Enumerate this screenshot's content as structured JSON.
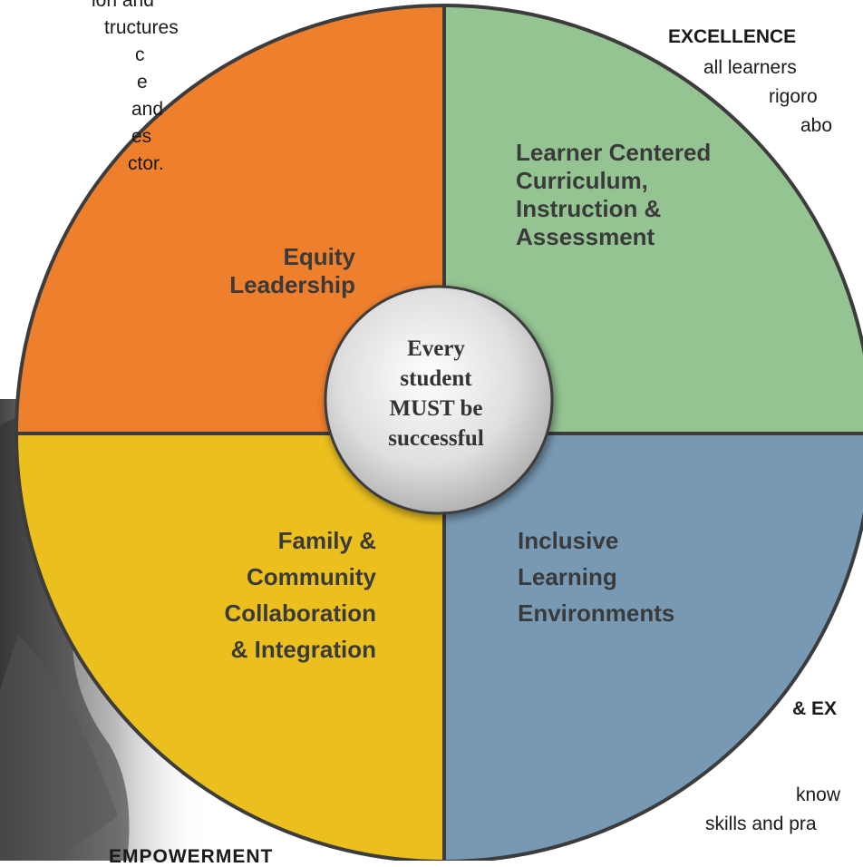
{
  "center": {
    "lines": [
      "Every",
      "student",
      "MUST be",
      "successful"
    ]
  },
  "quadrants": {
    "top_left": {
      "lines": [
        "Equity",
        "Leadership"
      ],
      "color": "#EE7F2D"
    },
    "top_right": {
      "lines": [
        "Learner Centered",
        "Curriculum,",
        "Instruction &",
        "Assessment"
      ],
      "color": "#95C493"
    },
    "bottom_left": {
      "lines": [
        "Family &",
        "Community",
        "Collaboration",
        "& Integration"
      ],
      "color": "#EBC01E"
    },
    "bottom_right": {
      "lines": [
        "Inclusive",
        "Learning",
        "Environments"
      ],
      "color": "#7899B4"
    }
  },
  "side_text": {
    "top_left": [
      "ion and",
      "tructures",
      "c",
      "e",
      "and",
      "es",
      "ctor."
    ],
    "top_right": [
      "EXCELLENCE",
      "all learners",
      "rigoro",
      "abo"
    ],
    "bottom_right": [
      "& EX",
      "know",
      "skills and pra"
    ],
    "bottom_left": [
      "EMPOWERMENT"
    ]
  },
  "colors": {
    "divider": "#3c3c3c",
    "center_fill": "#d9d9d9"
  }
}
